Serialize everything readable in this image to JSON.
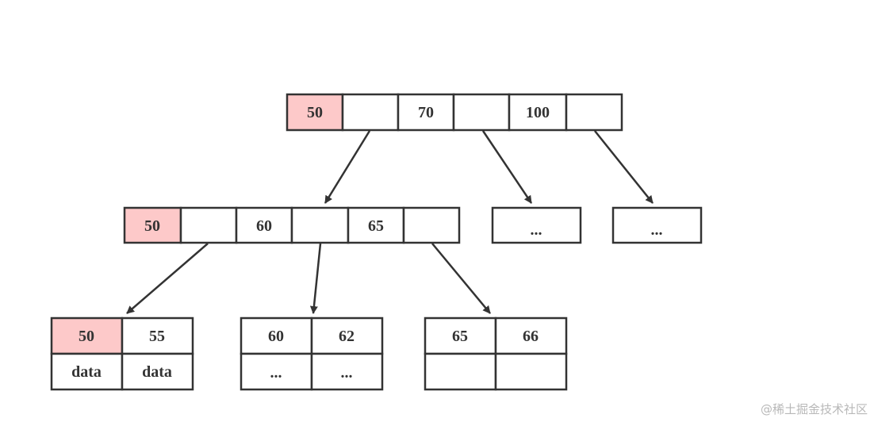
{
  "colors": {
    "stroke": "#333333",
    "highlight": "#fdc9c9",
    "text": "#333333",
    "background": "#ffffff"
  },
  "root": {
    "keys": [
      "50",
      "",
      "70",
      "",
      "100",
      ""
    ],
    "highlight": [
      0
    ]
  },
  "level2": {
    "left": {
      "keys": [
        "50",
        "",
        "60",
        "",
        "65",
        ""
      ],
      "highlight": [
        0
      ]
    },
    "mid": {
      "label": "..."
    },
    "right": {
      "label": "..."
    }
  },
  "leaves": [
    {
      "keys": [
        "50",
        "55"
      ],
      "values": [
        "data",
        "data"
      ],
      "highlight": [
        0
      ]
    },
    {
      "keys": [
        "60",
        "62"
      ],
      "values": [
        "...",
        "..."
      ],
      "highlight": []
    },
    {
      "keys": [
        "65",
        "66"
      ],
      "values": [
        "",
        ""
      ],
      "highlight": []
    }
  ],
  "watermark": "@稀土掘金技术社区"
}
